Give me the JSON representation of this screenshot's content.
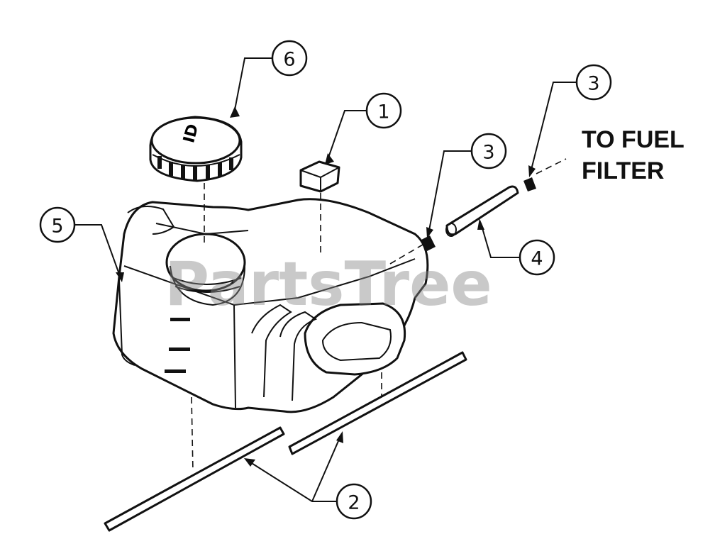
{
  "callouts": [
    {
      "id": "1",
      "label": "1"
    },
    {
      "id": "2",
      "label": "2"
    },
    {
      "id": "3a",
      "label": "3"
    },
    {
      "id": "3b",
      "label": "3"
    },
    {
      "id": "4",
      "label": "4"
    },
    {
      "id": "5",
      "label": "5"
    },
    {
      "id": "6",
      "label": "6"
    }
  ],
  "labels": {
    "fuel_filter_line1": "TO FUEL",
    "fuel_filter_line2": "FILTER"
  },
  "watermark": "PartsTree",
  "cap_mark": "ID"
}
